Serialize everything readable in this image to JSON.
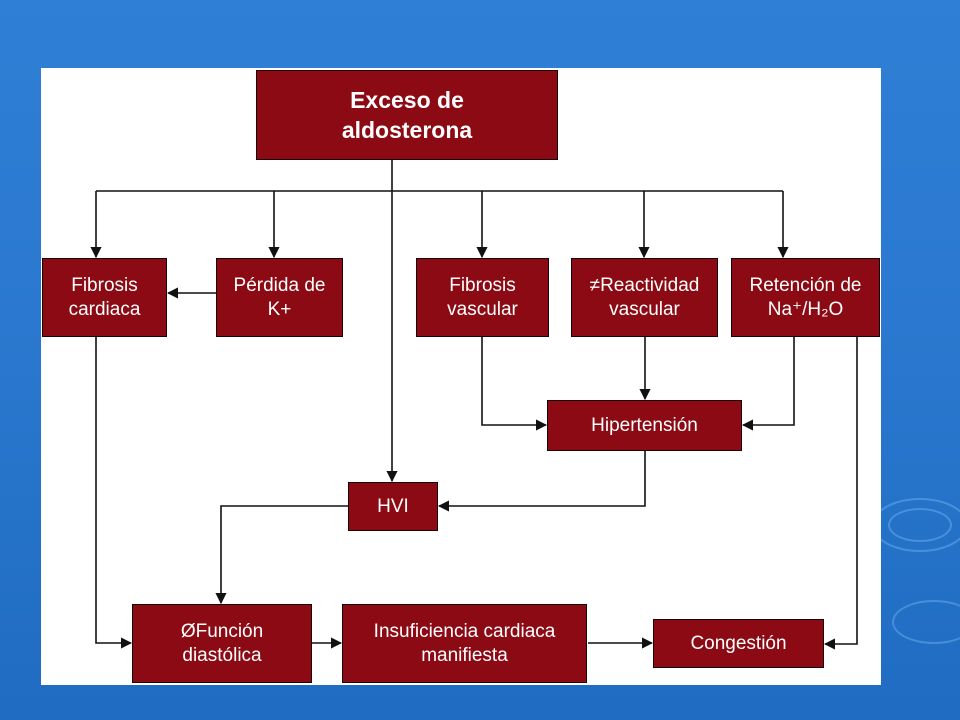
{
  "diagram": {
    "nodes": {
      "exceso": "Exceso de\naldosterona",
      "fibrosis_cardiaca": "Fibrosis\ncardiaca",
      "perdida_k": "Pérdida de\nK+",
      "fibrosis_vascular": "Fibrosis\nvascular",
      "reactividad": "≠Reactividad\nvascular",
      "retencion": "Retención de\nNa⁺/H₂O",
      "hipertension": "Hipertensión",
      "hvi": "HVI",
      "funcion_diastolica": "ØFunción\ndiastólica",
      "insuficiencia": "Insuficiencia cardiaca\nmanifiesta",
      "congestion": "Congestión"
    },
    "edges": [
      {
        "from": "exceso",
        "to": "fibrosis_cardiaca"
      },
      {
        "from": "exceso",
        "to": "perdida_k"
      },
      {
        "from": "exceso",
        "to": "fibrosis_vascular"
      },
      {
        "from": "exceso",
        "to": "reactividad"
      },
      {
        "from": "exceso",
        "to": "retencion"
      },
      {
        "from": "exceso",
        "to": "hvi"
      },
      {
        "from": "perdida_k",
        "to": "fibrosis_cardiaca"
      },
      {
        "from": "fibrosis_vascular",
        "to": "hipertension"
      },
      {
        "from": "reactividad",
        "to": "hipertension"
      },
      {
        "from": "retencion",
        "to": "hipertension"
      },
      {
        "from": "hipertension",
        "to": "hvi"
      },
      {
        "from": "hvi",
        "to": "funcion_diastolica"
      },
      {
        "from": "fibrosis_cardiaca",
        "to": "funcion_diastolica"
      },
      {
        "from": "funcion_diastolica",
        "to": "insuficiencia"
      },
      {
        "from": "insuficiencia",
        "to": "congestion"
      },
      {
        "from": "retencion",
        "to": "congestion"
      }
    ],
    "colors": {
      "node_fill": "#8b0a14",
      "node_text": "#ffffff",
      "background": "#2a78cf",
      "line": "#111111"
    }
  }
}
